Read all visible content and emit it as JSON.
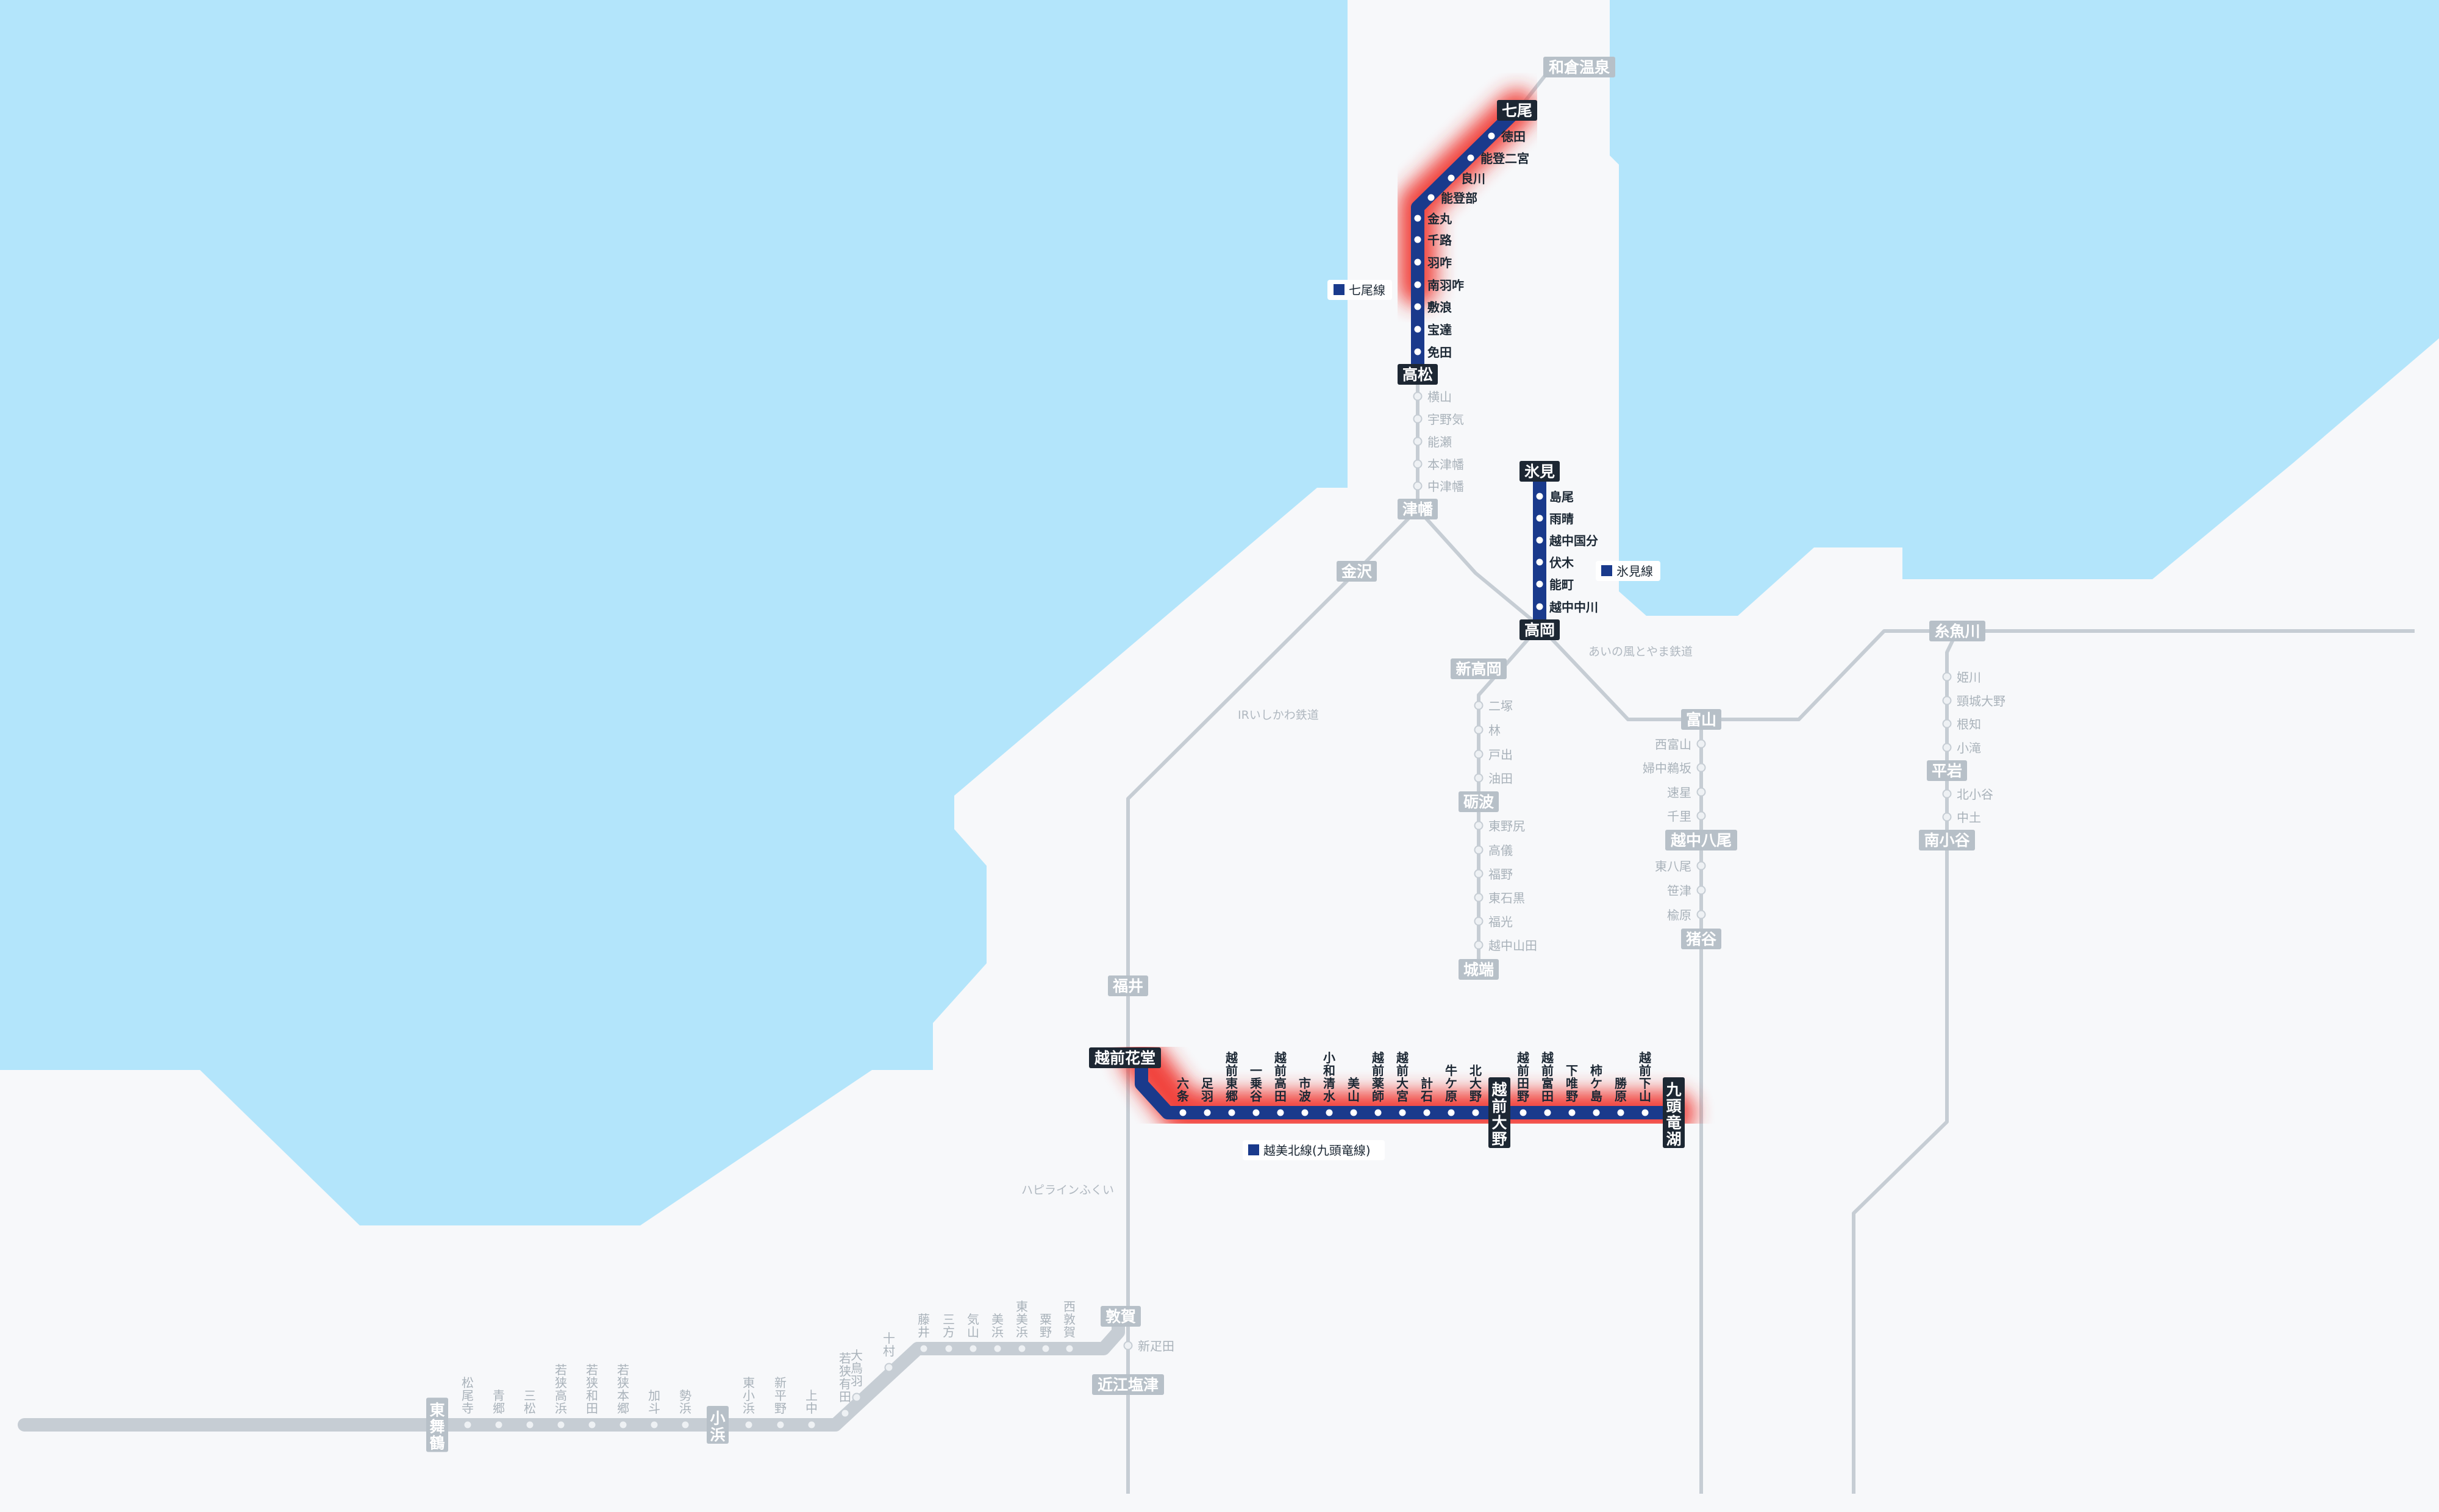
{
  "colors": {
    "sea": "#b3e5fb",
    "land": "#f7f8fa",
    "inactive_line": "#c6cdd4",
    "active_line": "#1a3a8c",
    "delay_red": "#f0322b",
    "delay_yellow": "#f6c31c",
    "hub_active": "#1d2733",
    "hub_inactive": "#b7c0c8"
  },
  "lines": {
    "nanao": {
      "label": "七尾線",
      "hub_top": "七尾",
      "hub_end": "高松",
      "stations": [
        "徳田",
        "能登二宮",
        "良川",
        "能登部",
        "金丸",
        "千路",
        "羽咋",
        "南羽咋",
        "敷浪",
        "宝達",
        "免田"
      ]
    },
    "nanao_south": {
      "stations": [
        "横山",
        "宇野気",
        "能瀬",
        "本津幡",
        "中津幡"
      ],
      "hub_end": "津幡"
    },
    "noto_north": {
      "hub": "和倉温泉"
    },
    "himi": {
      "label": "氷見線",
      "hub_top": "氷見",
      "hub_end": "高岡",
      "stations": [
        "島尾",
        "雨晴",
        "越中国分",
        "伏木",
        "能町",
        "越中中川"
      ]
    },
    "johana": {
      "hub_top": "新高岡",
      "stations_a": [
        "二塚",
        "林",
        "戸出",
        "油田"
      ],
      "hub_mid": "砺波",
      "stations_b": [
        "東野尻",
        "高儀",
        "福野",
        "東石黒",
        "福光",
        "越中山田"
      ],
      "hub_end": "城端"
    },
    "takayama": {
      "hub_top": "富山",
      "stations_a": [
        "西富山",
        "婦中鵜坂",
        "速星",
        "千里"
      ],
      "hub_mid": "越中八尾",
      "stations_b": [
        "東八尾",
        "笹津",
        "楡原"
      ],
      "hub_end": "猪谷"
    },
    "oito": {
      "hub_top": "糸魚川",
      "stations_a": [
        "姫川",
        "頸城大野",
        "根知",
        "小滝"
      ],
      "hub_mid": "平岩",
      "stations_b": [
        "北小谷",
        "中土"
      ],
      "hub_end": "南小谷"
    },
    "etsumihoku": {
      "label": "越美北線(九頭竜線)",
      "hub_start": "越前花堂",
      "stations_a": [
        "六条",
        "足羽",
        "越前東郷",
        "一乗谷",
        "越前高田",
        "市波",
        "小和清水",
        "美山",
        "越前薬師",
        "越前大宮",
        "計石",
        "牛ケ原",
        "北大野"
      ],
      "hub_mid": "越前大野",
      "stations_b": [
        "越前田野",
        "越前富田",
        "下唯野",
        "柿ケ島",
        "勝原",
        "越前下山"
      ],
      "hub_end": "九頭竜湖"
    },
    "obama": {
      "hub_start": "東舞鶴",
      "stations_a": [
        "松尾寺",
        "青郷",
        "三松",
        "若狭高浜",
        "若狭和田",
        "若狭本郷",
        "加斗",
        "勢浜"
      ],
      "hub_mid": "小浜",
      "stations_b": [
        "東小浜",
        "新平野",
        "上中",
        "若狭有田",
        "大鳥羽",
        "十村",
        "藤井",
        "三方",
        "気山",
        "美浜",
        "東美浜",
        "粟野",
        "西敦賀"
      ],
      "hub_end": "敦賀"
    },
    "hokuriku_south": {
      "hub_fukui": "福井",
      "hub_tsuruga": "敦賀",
      "station_after": "新疋田",
      "hub_end": "近江塩津"
    }
  },
  "other_hubs": {
    "kanazawa": "金沢",
    "itoigawa": "糸魚川"
  },
  "service_labels": {
    "ir": "IRいしかわ鉄道",
    "ainokaze": "あいの風とやま鉄道",
    "hapiline": "ハピラインふくい"
  }
}
